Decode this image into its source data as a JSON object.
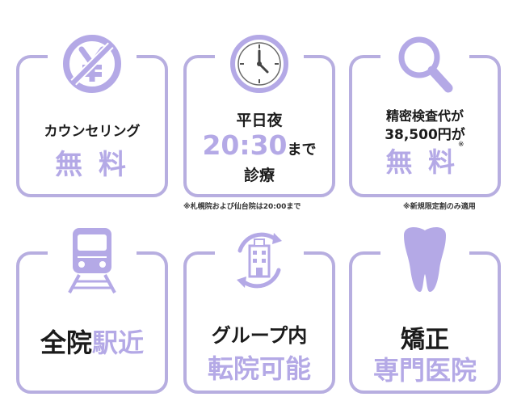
{
  "cards": {
    "counseling": {
      "line1": "カウンセリング",
      "line2": "無 料"
    },
    "weekday": {
      "line1": "平日夜",
      "time": "20:30",
      "time_suffix": "まで",
      "line3": "診療"
    },
    "exam": {
      "line1": "精密検査代が",
      "line2": "38,500円が",
      "line3": "無 料",
      "mark": "※"
    },
    "station": {
      "part1": "全院",
      "part2": "駅近"
    },
    "transfer": {
      "line1": "グループ内",
      "line2": "転院可能"
    },
    "ortho": {
      "line1": "矯正",
      "line2": "専門医院"
    }
  },
  "notes": {
    "weekday": "※札幌院および仙台院は20:00まで",
    "exam": "※新規限定割のみ適用"
  },
  "icons": {
    "counseling": "yen-crossed-icon",
    "weekday": "clock-icon",
    "exam": "magnifier-icon",
    "station": "train-icon",
    "transfer": "building-cycle-icon",
    "ortho": "tooth-icon"
  },
  "colors": {
    "accent": "#b4a9e6",
    "border": "#b7aee0",
    "text": "#1b1b1b"
  }
}
